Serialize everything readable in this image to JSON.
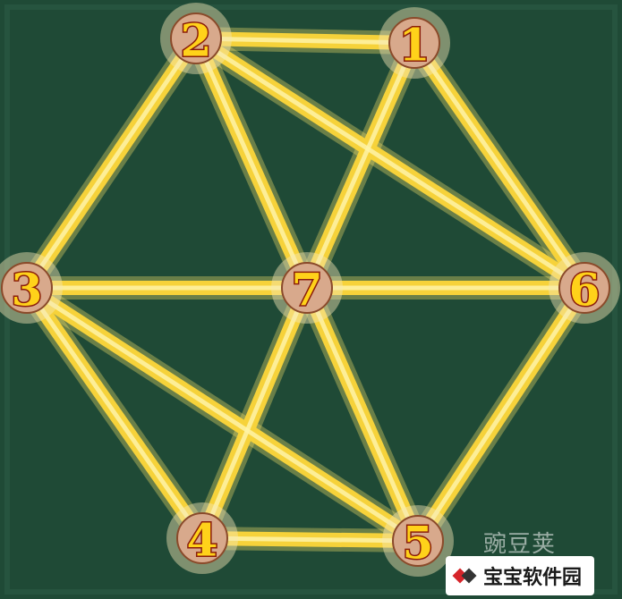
{
  "puzzle": {
    "nodes": [
      {
        "id": "2",
        "label": "2"
      },
      {
        "id": "1",
        "label": "1"
      },
      {
        "id": "3",
        "label": "3"
      },
      {
        "id": "7",
        "label": "7"
      },
      {
        "id": "6",
        "label": "6"
      },
      {
        "id": "4",
        "label": "4"
      },
      {
        "id": "5",
        "label": "5"
      }
    ],
    "edges": [
      [
        "2",
        "1"
      ],
      [
        "2",
        "3"
      ],
      [
        "2",
        "7"
      ],
      [
        "2",
        "6"
      ],
      [
        "1",
        "7"
      ],
      [
        "1",
        "6"
      ],
      [
        "3",
        "7"
      ],
      [
        "3",
        "4"
      ],
      [
        "3",
        "5"
      ],
      [
        "7",
        "6"
      ],
      [
        "7",
        "4"
      ],
      [
        "7",
        "5"
      ],
      [
        "6",
        "5"
      ],
      [
        "4",
        "5"
      ]
    ]
  },
  "watermarks": {
    "top": "豌豆荚",
    "bottom": "宝宝软件园"
  },
  "colors": {
    "board": "#1f4a36",
    "line": "#f6d23a",
    "number_fill": "#ffd21a",
    "number_outline": "#8a1d0a"
  }
}
